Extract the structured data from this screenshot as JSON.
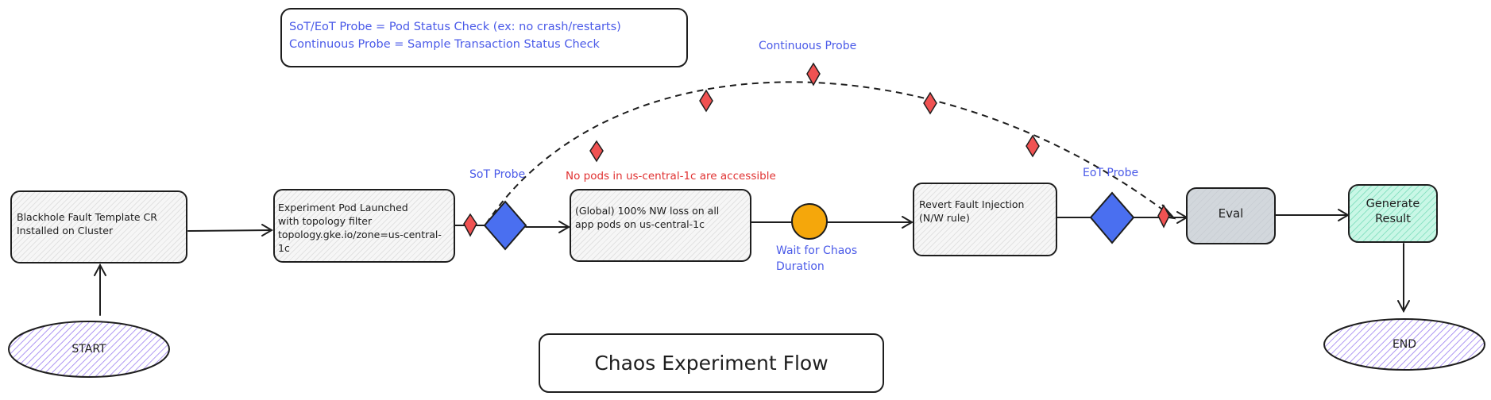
{
  "legend": {
    "line1": "SoT/EoT Probe = Pod Status Check (ex: no crash/restarts)",
    "line2": "Continuous Probe = Sample Transaction Status Check"
  },
  "nodes": {
    "blackhole": "Blackhole Fault Template CR\nInstalled on Cluster",
    "experiment_pod": "Experiment Pod Launched\nwith topology filter\ntopology.gke.io/zone=us-central-1c",
    "nw_loss": "(Global) 100% NW loss on all\napp pods on us-central-1c",
    "revert": "Revert Fault Injection\n(N/W rule)",
    "eval": "Eval",
    "generate": "Generate\nResult",
    "start": "START",
    "end": "END"
  },
  "labels": {
    "continuous_probe": "Continuous Probe",
    "sot_probe": "SoT Probe",
    "eot_probe": "EoT Probe",
    "no_pods": "No pods in us-central-1c are accessible",
    "wait": "Wait for Chaos\nDuration"
  },
  "title": "Chaos Experiment Flow",
  "colors": {
    "stroke": "#1e1e1e",
    "probe_blue": "#4a6ff0",
    "probe_red": "#f05252",
    "wait_orange": "#f5a70b",
    "text_blue": "#4a5ae8",
    "text_red": "#e03131",
    "eval_fill": "#ced4da",
    "generate_fill": "#96f2d7",
    "ellipse_fill": "#d0bfff"
  }
}
